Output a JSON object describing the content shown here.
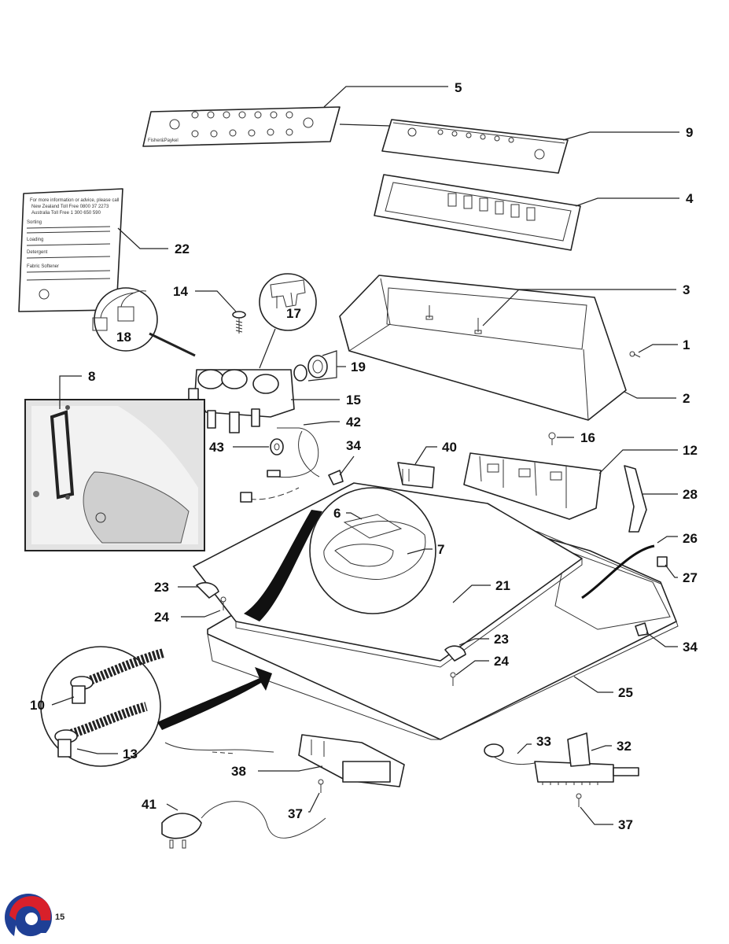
{
  "page_number": "15",
  "callouts": {
    "c1": "1",
    "c2": "2",
    "c3": "3",
    "c4": "4",
    "c5": "5",
    "c6": "6",
    "c7": "7",
    "c8": "8",
    "c9": "9",
    "c10": "10",
    "c12": "12",
    "c13": "13",
    "c14": "14",
    "c15": "15",
    "c16": "16",
    "c17": "17",
    "c18": "18",
    "c19": "19",
    "c21": "21",
    "c22": "22",
    "c23a": "23",
    "c23b": "23",
    "c24a": "24",
    "c24b": "24",
    "c25": "25",
    "c26": "26",
    "c27": "27",
    "c28": "28",
    "c32": "32",
    "c33": "33",
    "c34a": "34",
    "c34b": "34",
    "c37a": "37",
    "c37b": "37",
    "c38": "38",
    "c40": "40",
    "c41": "41",
    "c42": "42",
    "c43": "43"
  },
  "labels": {
    "fascia_brand": "Fisher&Paykel",
    "guide_title": "For more information or advice, please call",
    "guide_nz": "New Zealand Toll Free 0800 37 2273",
    "guide_au": "Australia Toll Free 1 300 650 590",
    "guide_s1": "Sorting",
    "guide_s2": "Loading",
    "guide_s3": "Detergent",
    "guide_s4": "Fabric Softener"
  },
  "icons": {
    "logo": "brand-logo-icon"
  },
  "colors": {
    "logo_red": "#d8202a",
    "logo_blue": "#1f3f95"
  }
}
